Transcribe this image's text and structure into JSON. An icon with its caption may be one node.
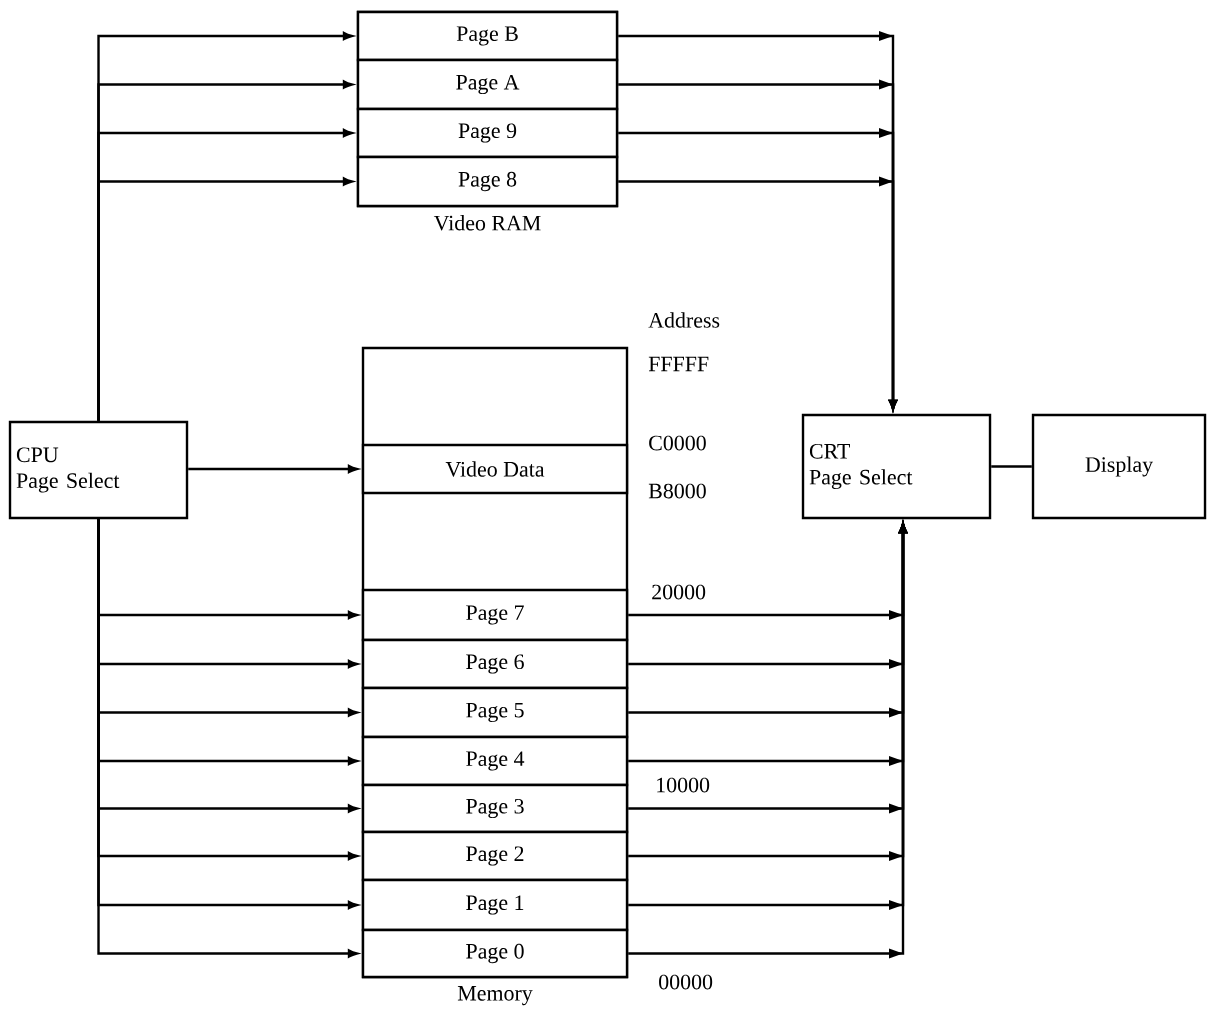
{
  "diagram": {
    "nodes": [
      {
        "text": [
          "Video RAM"
        ]
      },
      {
        "text": [
          "Page B"
        ],
        "in": 0
      },
      {
        "text": [
          "Page A"
        ],
        "in": 0
      },
      {
        "text": [
          "Page 9"
        ],
        "in": 0
      },
      {
        "text": [
          "Page 8"
        ],
        "in": 0
      },
      {
        "text": [
          "CPU",
          "Page Select"
        ]
      },
      {
        "text": [
          "Memory"
        ]
      },
      {
        "text": [
          "Video Data"
        ],
        "in": 6
      },
      {
        "text": [
          "Page 7"
        ],
        "in": 6
      },
      {
        "text": [
          "Page 6"
        ],
        "in": 6
      },
      {
        "text": [
          "Page 5"
        ],
        "in": 6
      },
      {
        "text": [
          "Page 4"
        ],
        "in": 6
      },
      {
        "text": [
          "Page 3"
        ],
        "in": 6
      },
      {
        "text": [
          "Page 2"
        ],
        "in": 6
      },
      {
        "text": [
          "Page 1"
        ],
        "in": 6
      },
      {
        "text": [
          "Page 0"
        ],
        "in": 6
      },
      {
        "text": [
          "CRT",
          "Page Select"
        ]
      },
      {
        "text": [
          "Display"
        ]
      }
    ],
    "edges": [
      {
        "from": 5,
        "to": 1,
        "arrow": "to"
      },
      {
        "from": 5,
        "to": 2,
        "arrow": "to"
      },
      {
        "from": 5,
        "to": 3,
        "arrow": "to"
      },
      {
        "from": 5,
        "to": 4,
        "arrow": "to"
      },
      {
        "from": 1,
        "to": 16,
        "arrow": "to"
      },
      {
        "from": 2,
        "to": 16,
        "arrow": "to"
      },
      {
        "from": 3,
        "to": 16,
        "arrow": "to"
      },
      {
        "from": 4,
        "to": 16,
        "arrow": "to"
      },
      {
        "from": 5,
        "to": 7,
        "arrow": "to"
      },
      {
        "from": 5,
        "to": 8,
        "arrow": "to"
      },
      {
        "from": 5,
        "to": 9,
        "arrow": "to"
      },
      {
        "from": 5,
        "to": 10,
        "arrow": "to"
      },
      {
        "from": 5,
        "to": 11,
        "arrow": "to"
      },
      {
        "from": 5,
        "to": 12,
        "arrow": "to"
      },
      {
        "from": 5,
        "to": 13,
        "arrow": "to"
      },
      {
        "from": 5,
        "to": 14,
        "arrow": "to"
      },
      {
        "from": 5,
        "to": 15,
        "arrow": "to"
      },
      {
        "from": 8,
        "to": 16,
        "arrow": "to"
      },
      {
        "from": 9,
        "to": 16,
        "arrow": "to"
      },
      {
        "from": 10,
        "to": 16,
        "arrow": "to"
      },
      {
        "from": 11,
        "to": 16,
        "arrow": "to"
      },
      {
        "from": 12,
        "to": 16,
        "arrow": "to"
      },
      {
        "from": 13,
        "to": 16,
        "arrow": "to"
      },
      {
        "from": 14,
        "to": 16,
        "arrow": "to"
      },
      {
        "from": 15,
        "to": 16,
        "arrow": "to"
      },
      {
        "from": 16,
        "to": 17,
        "arrow": "none"
      }
    ],
    "labels": [
      "Address",
      "FFFFF",
      "C0000",
      "B8000",
      "20000",
      "10000",
      "00000"
    ]
  }
}
